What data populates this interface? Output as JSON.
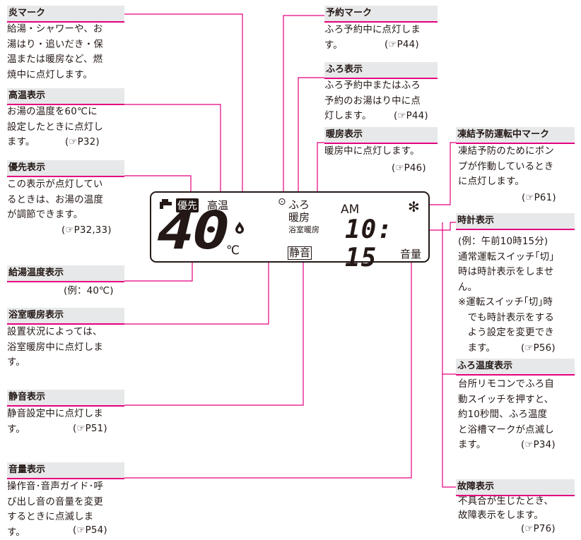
{
  "colors": {
    "accent": "#e4007f",
    "header_bg": "#e7e8e9",
    "text": "#231815"
  },
  "panels": {
    "flame": {
      "title": "炎マーク",
      "body": "給湯・シャワーや、お\n湯はり・追いだき・保\n温または暖房など、燃\n焼中に点灯します。"
    },
    "hightemp": {
      "title": "高温表示",
      "body": "お湯の温度を60℃に\n設定したときに点灯し\nます。",
      "ref": "(☞P32)"
    },
    "priority": {
      "title": "優先表示",
      "body": "この表示が点灯してい\nるときは、お湯の温度\nが調節できます。",
      "ref": "(☞P32,33)"
    },
    "supplytemp": {
      "title": "給湯温度表示",
      "ref": "(例：40℃)"
    },
    "bathheat": {
      "title": "浴室暖房表示",
      "body": "設置状況によっては、\n浴室暖房中に点灯しま\nす。"
    },
    "quiet": {
      "title": "静音表示",
      "body": "静音設定中に点灯しま\nす。",
      "ref": "(☞P51)"
    },
    "volume": {
      "title": "音量表示",
      "body": "操作音･音声ガイド･呼\nび出し音の音量を変更\nするときに点滅しま\nす。",
      "ref": "(☞P54)"
    },
    "reserve": {
      "title": "予約マーク",
      "body": "ふろ予約中に点灯しま\nす。",
      "ref": "(☞P44)"
    },
    "bath": {
      "title": "ふろ表示",
      "body": "ふろ予約中またはふろ\n予約のお湯はり中に点\n灯します。",
      "ref": "(☞P44)"
    },
    "heating": {
      "title": "暖房表示",
      "body": "暖房中に点灯します。",
      "ref": "(☞P46)"
    },
    "freeze": {
      "title": "凍結予防運転中マーク",
      "body": "凍結予防のためにポン\nプが作動しているとき\nに点灯します。",
      "ref": "(☞P61)"
    },
    "clock": {
      "title": "時計表示",
      "body": "(例：午前10時15分)\n通常運転スイッチ｢切｣\n時は時計表示をしませ\nん。\n※運転スイッチ｢切｣時\n　でも時計表示をする\n　よう設定を変更でき\n　ます。",
      "ref": "(☞P56)"
    },
    "bathtemp": {
      "title": "ふろ温度表示",
      "body": "台所リモコンでふろ自\n動スイッチを押すと、\n約10秒間、ふろ温度\nと浴槽マークが点滅し\nます。",
      "ref": "(☞P34)"
    },
    "fault": {
      "title": "故障表示",
      "body": "不具合が生じたとき、\n故障表示をします。",
      "ref": "(☞P76)"
    }
  },
  "display": {
    "priority_label": "優先",
    "hightemp_label": "高温",
    "temp_digits": "40",
    "celsius": "℃",
    "bath_label": "ふろ",
    "heating_label": "暖房",
    "bathroom_heating_label": "浴室暖房",
    "am_label": "AM",
    "time_digits": "10: 15",
    "quiet_label": "静音",
    "volume_label": "音量",
    "snowflake_glyph": "✻",
    "clock_glyph": "⊙"
  }
}
